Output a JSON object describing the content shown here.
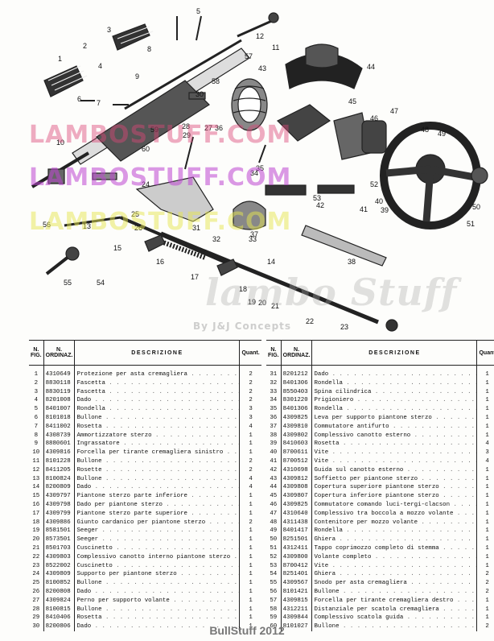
{
  "watermark": {
    "line1": "LAMBOSTUFF.COM",
    "line2": "LAMBOSTUFF.COM",
    "line3": "LAMBOSTUFF.COM",
    "brand": "lambo Stuff",
    "tagline": "By J&J Concepts"
  },
  "callouts": [
    "1",
    "2",
    "3",
    "4",
    "5",
    "6",
    "7",
    "8",
    "9",
    "10",
    "11",
    "12",
    "13",
    "14",
    "15",
    "16",
    "17",
    "18",
    "19",
    "20",
    "21",
    "22",
    "23",
    "24",
    "25",
    "26",
    "27",
    "28",
    "29",
    "30",
    "31",
    "32",
    "33",
    "34",
    "35",
    "36",
    "37",
    "38",
    "39",
    "40",
    "41",
    "42",
    "43",
    "44",
    "45",
    "46",
    "47",
    "48",
    "49",
    "50",
    "51",
    "52",
    "53",
    "54",
    "55",
    "56",
    "57",
    "58",
    "59",
    "60"
  ],
  "table": {
    "headers": {
      "fig": "N.\nFIG.",
      "code": "N.\nORDINAZ.",
      "desc": "DESCRIZIONE",
      "qty": "Quant."
    },
    "headers_right": {
      "fig": "N.\nFIG.",
      "code": "N.\nORDINAZ.",
      "desc": "DESCRIZIONE",
      "qty": "Quant"
    },
    "left_rows": [
      {
        "n": "1",
        "code": "4310649",
        "desc": "Protezione per asta cremagliera",
        "qty": "2"
      },
      {
        "n": "2",
        "code": "8830118",
        "desc": "Fascetta",
        "qty": "2"
      },
      {
        "n": "3",
        "code": "8830119",
        "desc": "Fascetta",
        "qty": "2"
      },
      {
        "n": "4",
        "code": "8201008",
        "desc": "Dado",
        "qty": "2"
      },
      {
        "n": "5",
        "code": "8401007",
        "desc": "Rondella",
        "qty": "3"
      },
      {
        "n": "6",
        "code": "8101018",
        "desc": "Bullone",
        "qty": "3"
      },
      {
        "n": "7",
        "code": "8411002",
        "desc": "Rosetta",
        "qty": "4"
      },
      {
        "n": "8",
        "code": "4308739",
        "desc": "Ammortizzatore sterzo",
        "qty": "1"
      },
      {
        "n": "9",
        "code": "8880601",
        "desc": "Ingrassatore",
        "qty": "1"
      },
      {
        "n": "10",
        "code": "4309816",
        "desc": "Forcella per tirante cremagliera sinistro",
        "qty": "1"
      },
      {
        "n": "11",
        "code": "8101228",
        "desc": "Bullone",
        "qty": "2"
      },
      {
        "n": "12",
        "code": "8411205",
        "desc": "Rosette",
        "qty": "2"
      },
      {
        "n": "13",
        "code": "8100824",
        "desc": "Bullone",
        "qty": "4"
      },
      {
        "n": "14",
        "code": "8200809",
        "desc": "Dado",
        "qty": "4"
      },
      {
        "n": "15",
        "code": "4309797",
        "desc": "Piantone sterzo parte inferiore",
        "qty": "1"
      },
      {
        "n": "16",
        "code": "4309798",
        "desc": "Dado per piantone sterzo",
        "qty": "1"
      },
      {
        "n": "17",
        "code": "4309799",
        "desc": "Piantone sterzo parte superiore",
        "qty": "1"
      },
      {
        "n": "18",
        "code": "4309886",
        "desc": "Giunto cardanico per piantone sterzo",
        "qty": "2"
      },
      {
        "n": "19",
        "code": "8581501",
        "desc": "Seeger",
        "qty": "1"
      },
      {
        "n": "20",
        "code": "8573501",
        "desc": "Seeger",
        "qty": "1"
      },
      {
        "n": "21",
        "code": "8501703",
        "desc": "Cuscinetto",
        "qty": "1"
      },
      {
        "n": "22",
        "code": "4309803",
        "desc": "Complessivo canotto interno piantone sterzo",
        "qty": "1"
      },
      {
        "n": "23",
        "code": "8522002",
        "desc": "Cuscinetto",
        "qty": "1"
      },
      {
        "n": "24",
        "code": "4309809",
        "desc": "Supporto per piantone sterzo",
        "qty": "1"
      },
      {
        "n": "25",
        "code": "8100852",
        "desc": "Bullone",
        "qty": "1"
      },
      {
        "n": "26",
        "code": "8200808",
        "desc": "Dado",
        "qty": "1"
      },
      {
        "n": "27",
        "code": "4309824",
        "desc": "Perno per supporto volante",
        "qty": "1"
      },
      {
        "n": "28",
        "code": "8100815",
        "desc": "Bullone",
        "qty": "1"
      },
      {
        "n": "29",
        "code": "8410406",
        "desc": "Rosetta",
        "qty": "1"
      },
      {
        "n": "30",
        "code": "8200806",
        "desc": "Dado",
        "qty": "1"
      }
    ],
    "right_rows": [
      {
        "n": "31",
        "code": "8201212",
        "desc": "Dado",
        "qty": "1"
      },
      {
        "n": "32",
        "code": "8401306",
        "desc": "Rondella",
        "qty": "1"
      },
      {
        "n": "33",
        "code": "8550403",
        "desc": "Spina cilindrica",
        "qty": "1"
      },
      {
        "n": "34",
        "code": "8301220",
        "desc": "Prigioniero",
        "qty": "1"
      },
      {
        "n": "35",
        "code": "8401306",
        "desc": "Rondella",
        "qty": "1"
      },
      {
        "n": "36",
        "code": "4309825",
        "desc": "Leva per supporto piantone sterzo",
        "qty": "1"
      },
      {
        "n": "37",
        "code": "4309810",
        "desc": "Commutatore antifurto",
        "qty": "1"
      },
      {
        "n": "38",
        "code": "4309802",
        "desc": "Complessivo canotto esterno",
        "qty": "1"
      },
      {
        "n": "39",
        "code": "8410603",
        "desc": "Rosetta",
        "qty": "4"
      },
      {
        "n": "40",
        "code": "8700611",
        "desc": "Vite",
        "qty": "3"
      },
      {
        "n": "41",
        "code": "8700512",
        "desc": "Vite",
        "qty": "4"
      },
      {
        "n": "42",
        "code": "4310698",
        "desc": "Guida sul canotto esterno",
        "qty": "1"
      },
      {
        "n": "43",
        "code": "4309812",
        "desc": "Soffietto per piantone sterzo",
        "qty": "1"
      },
      {
        "n": "44",
        "code": "4309808",
        "desc": "Copertura superiore piantone sterzo",
        "qty": "1"
      },
      {
        "n": "45",
        "code": "4309807",
        "desc": "Copertura inferiore piantone sterzo",
        "qty": "1"
      },
      {
        "n": "46",
        "code": "4309825",
        "desc": "Commutatore comando luci-tergi-clacson",
        "qty": "1"
      },
      {
        "n": "47",
        "code": "4310640",
        "desc": "Complessivo tra boccola a mozzo volante",
        "qty": "1"
      },
      {
        "n": "48",
        "code": "4311438",
        "desc": "Contenitore per mozzo volante",
        "qty": "1"
      },
      {
        "n": "49",
        "code": "8401417",
        "desc": "Rondella",
        "qty": "1"
      },
      {
        "n": "50",
        "code": "8251501",
        "desc": "Ghiera",
        "qty": "1"
      },
      {
        "n": "51",
        "code": "4312411",
        "desc": "Tappo coprimozzo completo di stemma",
        "qty": "1"
      },
      {
        "n": "52",
        "code": "4309800",
        "desc": "Volante completo",
        "qty": "1"
      },
      {
        "n": "53",
        "code": "8700412",
        "desc": "Vite",
        "qty": "1"
      },
      {
        "n": "54",
        "code": "8251401",
        "desc": "Ghiera",
        "qty": "2"
      },
      {
        "n": "55",
        "code": "4309567",
        "desc": "Snodo per asta cremagliera",
        "qty": "2"
      },
      {
        "n": "56",
        "code": "8101421",
        "desc": "Bullone",
        "qty": "2"
      },
      {
        "n": "57",
        "code": "4309815",
        "desc": "Forcella per tirante cremagliera destro",
        "qty": "1"
      },
      {
        "n": "58",
        "code": "4312211",
        "desc": "Distanziale per scatola cremagliera",
        "qty": "1"
      },
      {
        "n": "59",
        "code": "4309844",
        "desc": "Complessivo scatola guida",
        "qty": "1"
      },
      {
        "n": "60",
        "code": "8101027",
        "desc": "Bullone",
        "qty": "2"
      }
    ]
  },
  "footer": "BullStuff 2012"
}
